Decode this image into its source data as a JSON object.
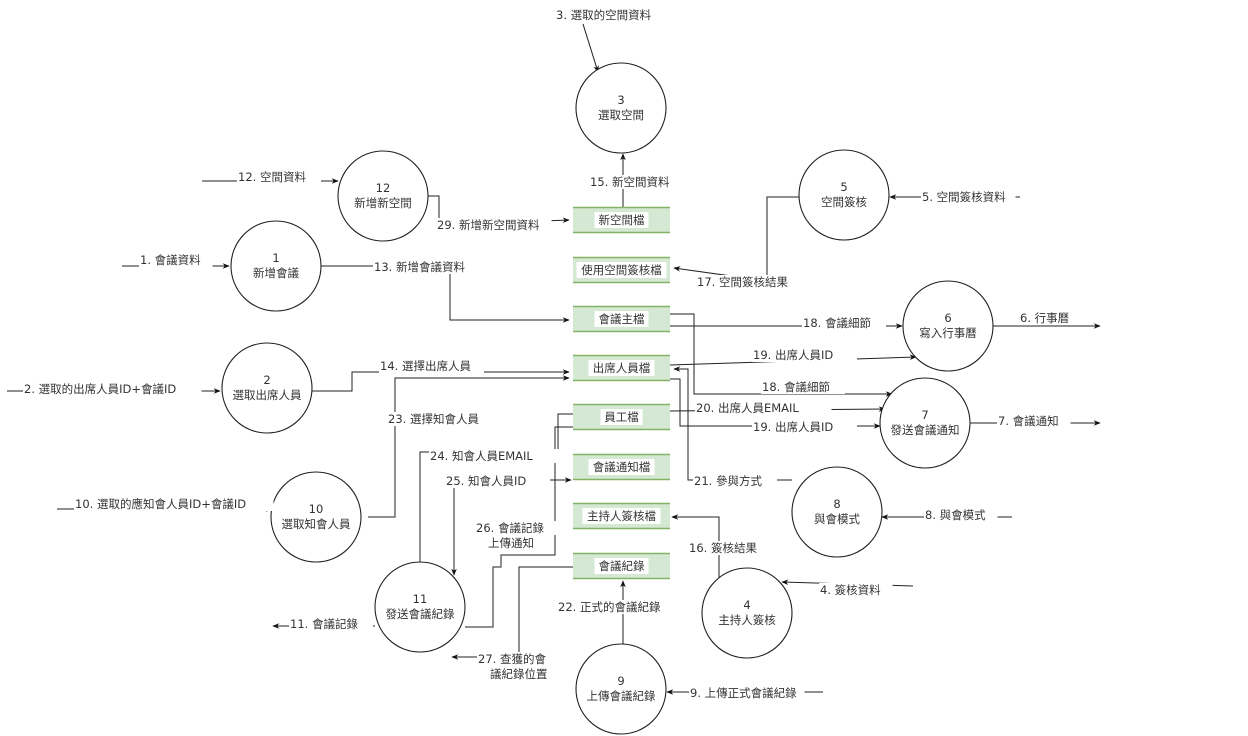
{
  "diagram": {
    "type": "data-flow-diagram",
    "processes": [
      {
        "id": "p1",
        "num": "1",
        "name": "新增會議"
      },
      {
        "id": "p2",
        "num": "2",
        "name": "選取出席人員"
      },
      {
        "id": "p3",
        "num": "3",
        "name": "選取空間"
      },
      {
        "id": "p4",
        "num": "4",
        "name": "主持人簽核"
      },
      {
        "id": "p5",
        "num": "5",
        "name": "空間簽核"
      },
      {
        "id": "p6",
        "num": "6",
        "name": "寫入行事曆"
      },
      {
        "id": "p7",
        "num": "7",
        "name": "發送會議通知"
      },
      {
        "id": "p8",
        "num": "8",
        "name": "與會模式"
      },
      {
        "id": "p9",
        "num": "9",
        "name": "上傳會議紀錄"
      },
      {
        "id": "p10",
        "num": "10",
        "name": "選取知會人員"
      },
      {
        "id": "p11",
        "num": "11",
        "name": "發送會議紀錄"
      },
      {
        "id": "p12",
        "num": "12",
        "name": "新增新空間"
      }
    ],
    "stores": [
      {
        "id": "s1",
        "name": "新空間檔"
      },
      {
        "id": "s2",
        "name": "使用空間簽核檔"
      },
      {
        "id": "s3",
        "name": "會議主檔"
      },
      {
        "id": "s4",
        "name": "出席人員檔"
      },
      {
        "id": "s5",
        "name": "員工檔"
      },
      {
        "id": "s6",
        "name": "會議通知檔"
      },
      {
        "id": "s7",
        "name": "主持人簽核檔"
      },
      {
        "id": "s8",
        "name": "會議紀錄"
      }
    ],
    "flows": [
      {
        "id": "f1",
        "label": "1. 會議資料",
        "from": "external",
        "to": "p1"
      },
      {
        "id": "f2",
        "label": "2. 選取的出席人員ID+會議ID",
        "from": "external",
        "to": "p2"
      },
      {
        "id": "f3",
        "label": "3. 選取的空間資料",
        "from": "external",
        "to": "p3"
      },
      {
        "id": "f4",
        "label": "4. 簽核資料",
        "from": "external",
        "to": "p4"
      },
      {
        "id": "f5",
        "label": "5. 空間簽核資料",
        "from": "external",
        "to": "p5"
      },
      {
        "id": "f6",
        "label": "6. 行事曆",
        "from": "p6",
        "to": "external"
      },
      {
        "id": "f7",
        "label": "7. 會議通知",
        "from": "p7",
        "to": "external"
      },
      {
        "id": "f8",
        "label": "8. 與會模式",
        "from": "external",
        "to": "p8"
      },
      {
        "id": "f9",
        "label": "9. 上傳正式會議紀錄",
        "from": "external",
        "to": "p9"
      },
      {
        "id": "f10",
        "label": "10. 選取的應知會人員ID+會議ID",
        "from": "external",
        "to": "p10"
      },
      {
        "id": "f11",
        "label": "11. 會議記錄",
        "from": "p11",
        "to": "external"
      },
      {
        "id": "f12",
        "label": "12. 空間資料",
        "from": "external",
        "to": "p12"
      },
      {
        "id": "f13",
        "label": "13. 新增會議資料",
        "from": "p1",
        "to": "s3"
      },
      {
        "id": "f14",
        "label": "14. 選擇出席人員",
        "from": "p2",
        "to": "s4"
      },
      {
        "id": "f15",
        "label": "15. 新空間資料",
        "from": "s1",
        "to": "p3"
      },
      {
        "id": "f16",
        "label": "16. 簽核結果",
        "from": "p4",
        "to": "s7"
      },
      {
        "id": "f17",
        "label": "17. 空間簽核結果",
        "from": "p5",
        "to": "s2"
      },
      {
        "id": "f18a",
        "label": "18. 會議細節",
        "from": "s3",
        "to": "p6"
      },
      {
        "id": "f18b",
        "label": "18. 會議細節",
        "from": "s3",
        "to": "p7"
      },
      {
        "id": "f19a",
        "label": "19. 出席人員ID",
        "from": "s4",
        "to": "p6"
      },
      {
        "id": "f19b",
        "label": "19. 出席人員ID",
        "from": "s4",
        "to": "p7"
      },
      {
        "id": "f20",
        "label": "20. 出席人員EMAIL",
        "from": "s5",
        "to": "p7"
      },
      {
        "id": "f21",
        "label": "21. 參與方式",
        "from": "p8",
        "to": "s4"
      },
      {
        "id": "f22",
        "label": "22. 正式的會議紀錄",
        "from": "p9",
        "to": "s8"
      },
      {
        "id": "f23",
        "label": "23. 選擇知會人員",
        "from": "p10",
        "to": "s4"
      },
      {
        "id": "f24",
        "label": "24. 知會人員EMAIL",
        "from": "s5",
        "to": "p11"
      },
      {
        "id": "f25",
        "label": "25. 知會人員ID",
        "from": "s5",
        "to": "p11"
      },
      {
        "id": "f26",
        "label": "26. 會議記錄\n上傳通知",
        "from": "p11",
        "to": "s6"
      },
      {
        "id": "f27",
        "label": "27. 查獲的會\n議紀錄位置",
        "from": "s8",
        "to": "p11"
      },
      {
        "id": "f29",
        "label": "29. 新增新空間資料",
        "from": "p12",
        "to": "s1"
      }
    ]
  }
}
